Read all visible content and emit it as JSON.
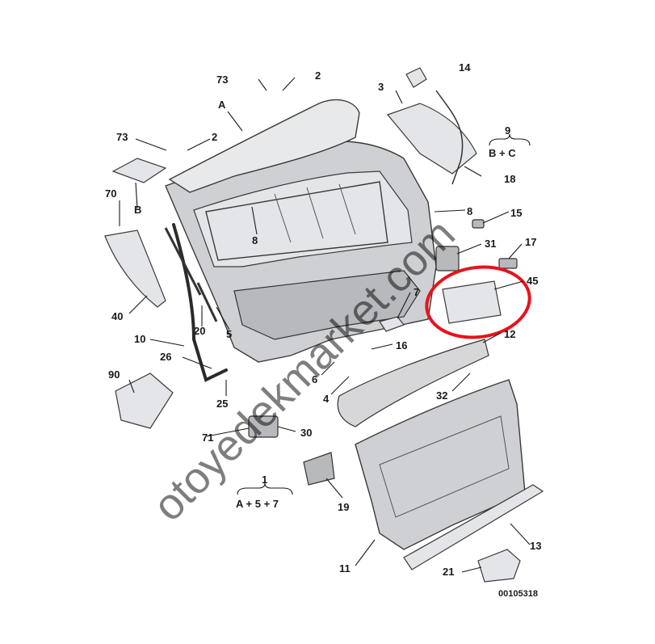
{
  "labels": {
    "a": "A",
    "b": "B",
    "l2a": "2",
    "l2b": "2",
    "l3": "3",
    "l4": "4",
    "l5": "5",
    "l6": "6",
    "l7": "7",
    "l8a": "8",
    "l8b": "8",
    "l9": "9",
    "l9sub": "B + C",
    "l10": "10",
    "l11": "11",
    "l12": "12",
    "l13": "13",
    "l14": "14",
    "l15": "15",
    "l16": "16",
    "l17": "17",
    "l18": "18",
    "l19": "19",
    "l20": "20",
    "l21": "21",
    "l25": "25",
    "l26": "26",
    "l30": "30",
    "l31": "31",
    "l32": "32",
    "l40": "40",
    "l45": "45",
    "l70": "70",
    "l71": "71",
    "l73a": "73",
    "l73b": "73",
    "l90": "90",
    "l1": "1",
    "l1sub": "A + 5 + 7"
  },
  "diagram_id": "00105318",
  "watermark": "otoyedekmarket.com",
  "colors": {
    "highlight": "#e8121b",
    "part_fill": "#cfd0d3",
    "outline": "#3a3a3a"
  }
}
